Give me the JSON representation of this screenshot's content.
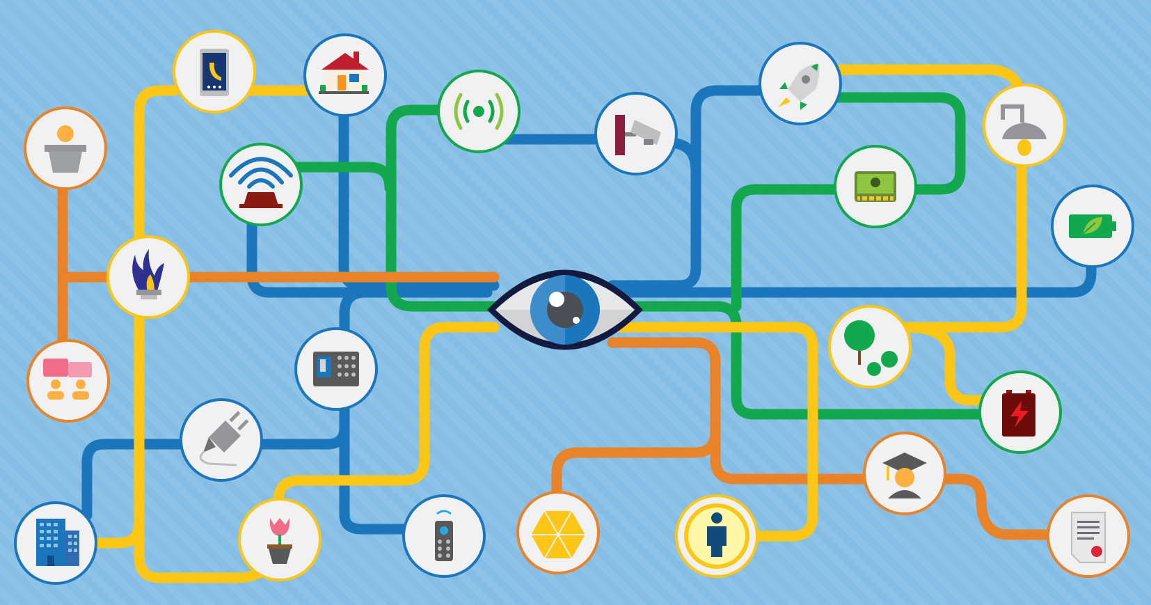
{
  "colors": {
    "background": "#8ec3e8",
    "stripe": "#82b8de",
    "blue_line": "#1b76bb",
    "green_line": "#13a84e",
    "orange_line": "#e8832a",
    "yellow_line": "#fcc616",
    "node_fill": "#f1f1f2",
    "eye_outline": "#121b3f",
    "eye_white": "#e6e7e8",
    "eye_iris": "#3e8ccb",
    "eye_pupil": "#4a4f55"
  },
  "nodes": [
    {
      "name": "speaker-podium-icon",
      "ring": "orange"
    },
    {
      "name": "smartphone-icon",
      "ring": "yellow"
    },
    {
      "name": "smart-home-icon",
      "ring": "blue"
    },
    {
      "name": "wireless-signal-icon",
      "ring": "green"
    },
    {
      "name": "security-camera-icon",
      "ring": "blue"
    },
    {
      "name": "rocket-icon",
      "ring": "blue"
    },
    {
      "name": "street-lamp-icon",
      "ring": "yellow"
    },
    {
      "name": "alarm-siren-icon",
      "ring": "green"
    },
    {
      "name": "circuit-board-icon",
      "ring": "green"
    },
    {
      "name": "eco-battery-icon",
      "ring": "blue"
    },
    {
      "name": "flame-torch-icon",
      "ring": "yellow"
    },
    {
      "name": "chat-people-icon",
      "ring": "orange"
    },
    {
      "name": "keypad-lock-icon",
      "ring": "blue"
    },
    {
      "name": "trees-icon",
      "ring": "yellow"
    },
    {
      "name": "battery-charge-icon",
      "ring": "green"
    },
    {
      "name": "power-plug-icon",
      "ring": "blue"
    },
    {
      "name": "graduate-icon",
      "ring": "orange"
    },
    {
      "name": "office-building-icon",
      "ring": "blue"
    },
    {
      "name": "tulip-pot-icon",
      "ring": "yellow"
    },
    {
      "name": "remote-control-icon",
      "ring": "blue"
    },
    {
      "name": "solar-hexagon-icon",
      "ring": "orange"
    },
    {
      "name": "person-icon",
      "ring": "yellow"
    },
    {
      "name": "document-seal-icon",
      "ring": "orange"
    },
    {
      "name": "central-eye-icon",
      "ring": "navy"
    }
  ]
}
